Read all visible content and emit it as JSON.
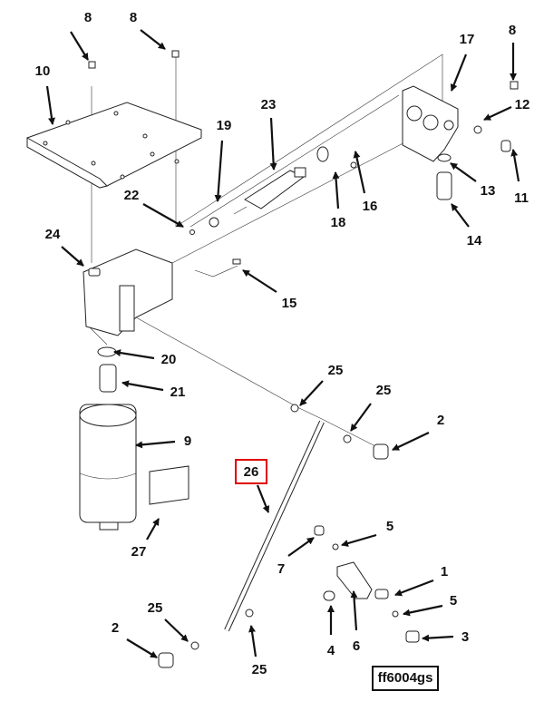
{
  "diagram": {
    "figure_id": "ff6004gs",
    "highlight_color": "#e00000",
    "callouts": [
      {
        "label": "8"
      },
      {
        "label": "8"
      },
      {
        "label": "10"
      },
      {
        "label": "8"
      },
      {
        "label": "17"
      },
      {
        "label": "12"
      },
      {
        "label": "23"
      },
      {
        "label": "19"
      },
      {
        "label": "22"
      },
      {
        "label": "16"
      },
      {
        "label": "18"
      },
      {
        "label": "13"
      },
      {
        "label": "11"
      },
      {
        "label": "14"
      },
      {
        "label": "24"
      },
      {
        "label": "15"
      },
      {
        "label": "20"
      },
      {
        "label": "21"
      },
      {
        "label": "9"
      },
      {
        "label": "25"
      },
      {
        "label": "25"
      },
      {
        "label": "2"
      },
      {
        "label": "26",
        "highlighted": true
      },
      {
        "label": "27"
      },
      {
        "label": "5"
      },
      {
        "label": "7"
      },
      {
        "label": "1"
      },
      {
        "label": "5"
      },
      {
        "label": "4"
      },
      {
        "label": "6"
      },
      {
        "label": "3"
      },
      {
        "label": "25"
      },
      {
        "label": "2"
      },
      {
        "label": "25"
      }
    ]
  }
}
